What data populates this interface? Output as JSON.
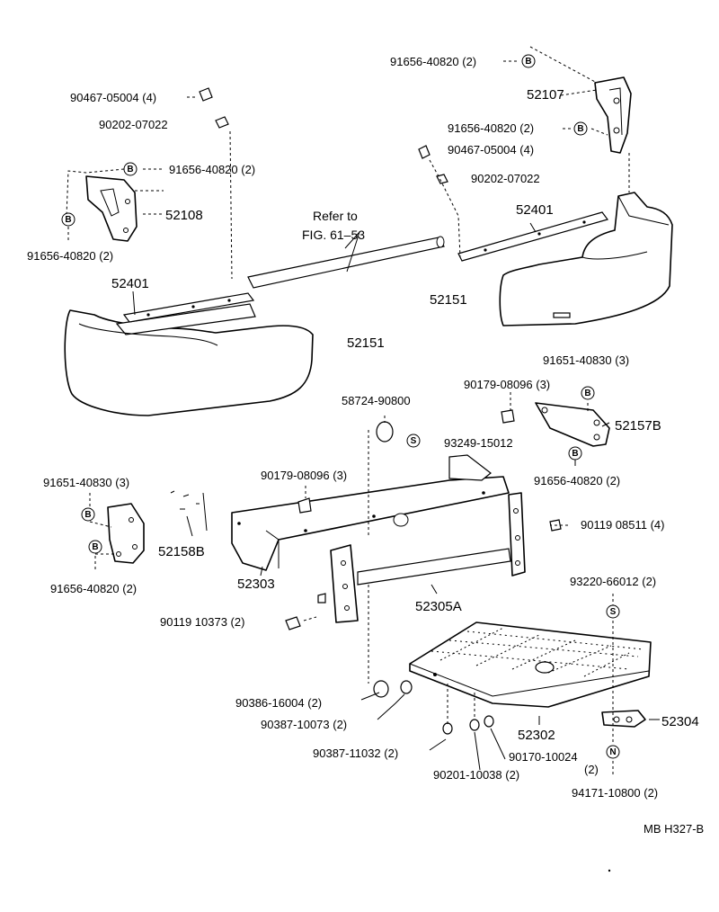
{
  "callouts": {
    "c_91656_top_right": "91656-40820 (2)",
    "c_52107": "52107",
    "c_90467_left": "90467-05004 (4)",
    "c_90202_left": "90202-07022",
    "c_91656_right_mid": "91656-40820 (2)",
    "c_90467_right": "90467-05004 (4)",
    "c_90202_right": "90202-07022",
    "c_91656_left_a": "91656-40820 (2)",
    "c_52108": "52108",
    "c_refer_1": "Refer to",
    "c_refer_2": "FIG. 61–53",
    "c_52401_right": "52401",
    "c_91656_left_b": "91656-40820 (2)",
    "c_52401_left": "52401",
    "c_52151_right": "52151",
    "c_52151_left": "52151",
    "c_91651_right": "91651-40830 (3)",
    "c_90179_right": "90179-08096 (3)",
    "c_58724": "58724-90800",
    "c_52157B": "52157B",
    "c_93249": "93249-15012",
    "c_91651_left": "91651-40830 (3)",
    "c_90179_left": "90179-08096 (3)",
    "c_91656_52157": "91656-40820 (2)",
    "c_90119_08511": "90119 08511 (4)",
    "c_52158B": "52158B",
    "c_52303": "52303",
    "c_91656_52158": "91656-40820 (2)",
    "c_52305A": "52305A",
    "c_93220": "93220-66012 (2)",
    "c_90119_10373": "90119 10373 (2)",
    "c_90386": "90386-16004 (2)",
    "c_90387_10073": "90387-10073 (2)",
    "c_52302": "52302",
    "c_52304": "52304",
    "c_90387_11032": "90387-11032 (2)",
    "c_90170": "90170-10024",
    "c_90170_qty": "(2)",
    "c_90201": "90201-10038 (2)",
    "c_94171": "94171-10800 (2)",
    "c_drawing_id": "MB H327-B"
  },
  "symbols": {
    "b": "B",
    "s": "S",
    "n": "N"
  }
}
